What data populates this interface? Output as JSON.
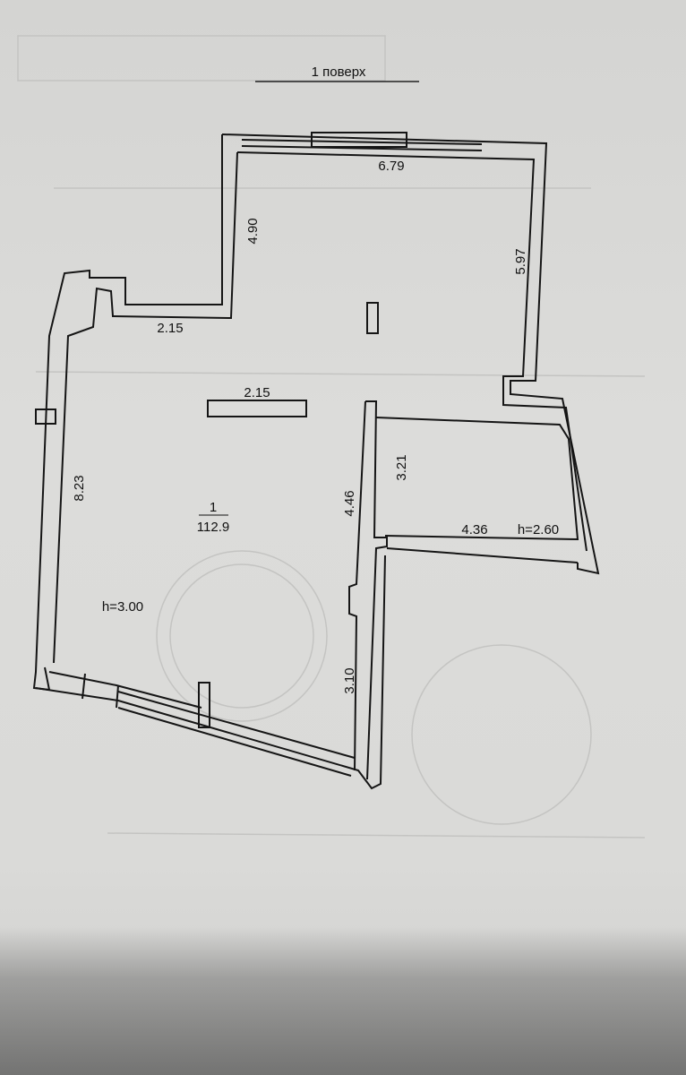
{
  "title": "1 поверх",
  "dimensions": {
    "top_width": "6.79",
    "right_upper": "5.97",
    "notch_height": "4.90",
    "notch_width": "2.15",
    "interior_partition": "2.15",
    "left_wall": "8.23",
    "center_wall": "4.46",
    "room_small_height": "3.21",
    "lower_corridor": "3.10"
  },
  "rooms": {
    "main_number": "1",
    "main_area": "112.9",
    "main_height": "h=3.00",
    "small_width": "4.36",
    "small_height": "h=2.60"
  }
}
